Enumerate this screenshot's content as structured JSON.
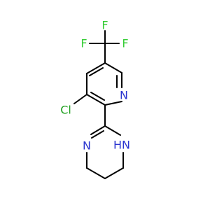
{
  "colors": {
    "background": "#ffffff",
    "bond": "#000000",
    "fluorine": "#33cc33",
    "chlorine": "#1fa01f",
    "nitrogen": "#2b35d0"
  },
  "atoms": {
    "f_top": "F",
    "f_left": "F",
    "f_right": "F",
    "cl": "Cl",
    "n_pyridine": "N",
    "n_imine": "N",
    "n_amine_h": "H",
    "n_amine_n": "N"
  }
}
